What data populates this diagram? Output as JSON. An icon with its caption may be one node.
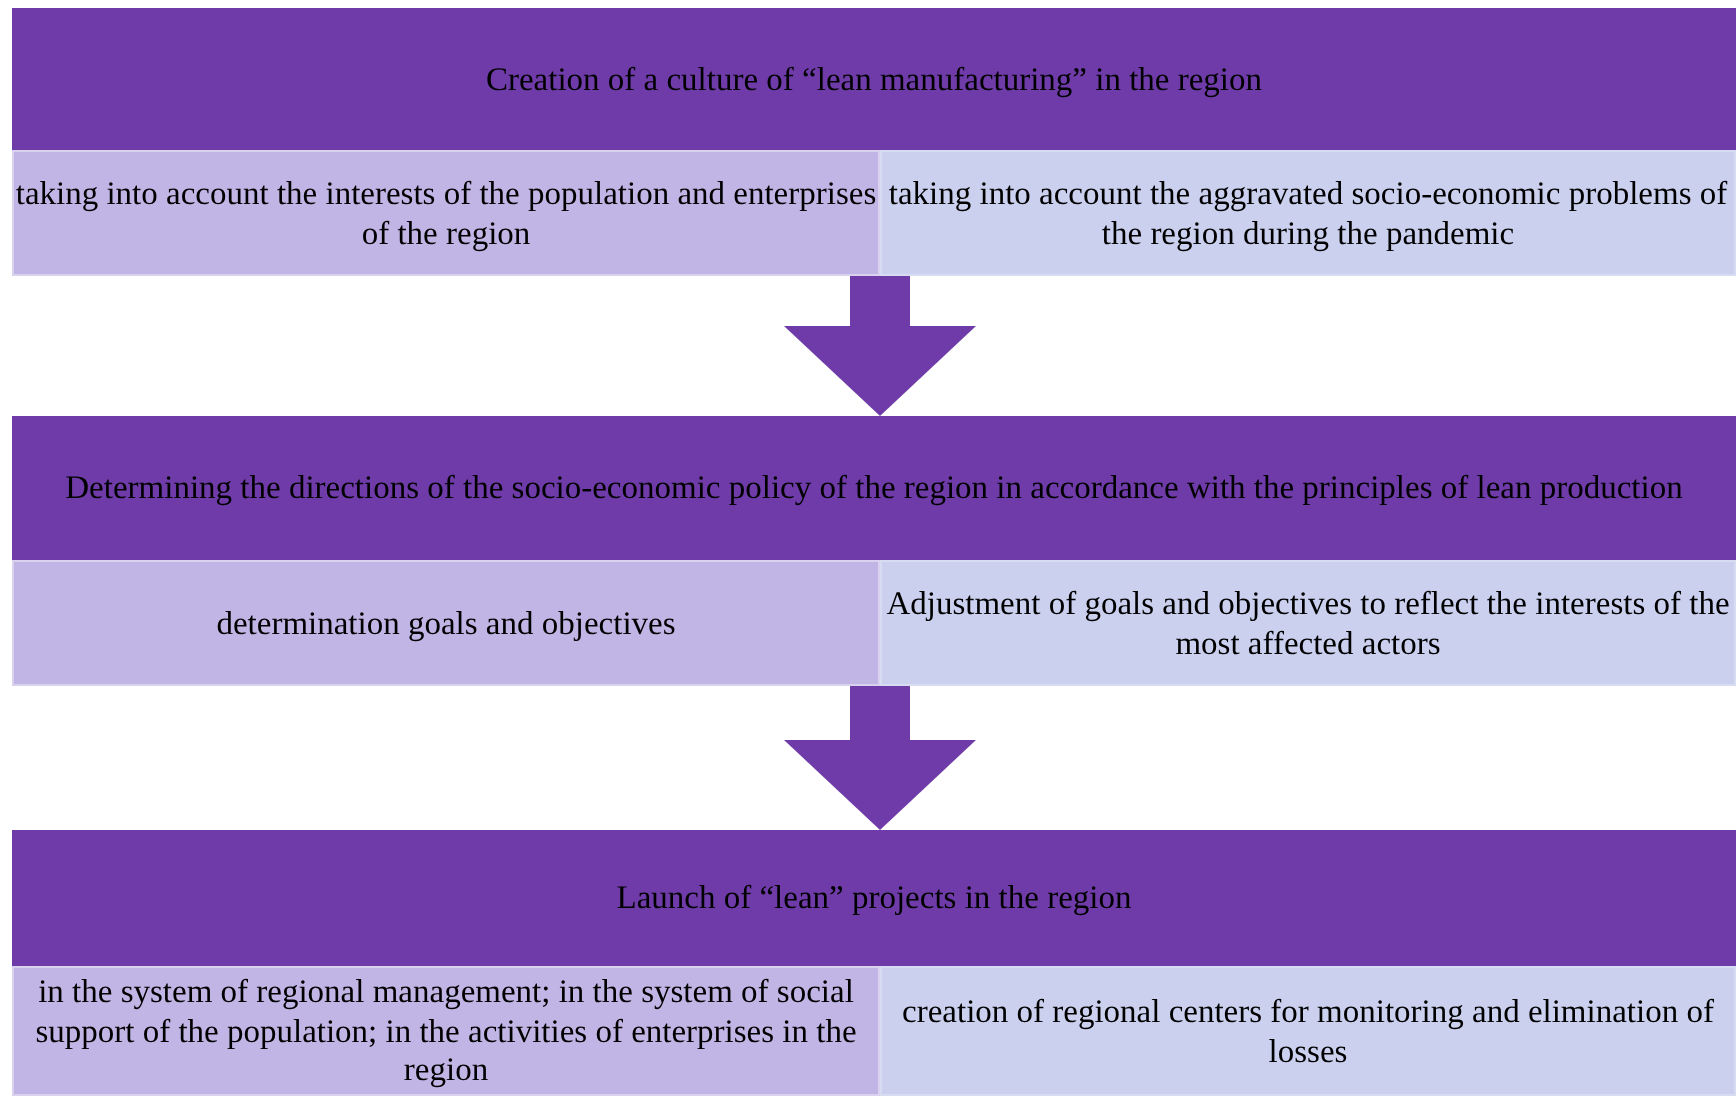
{
  "diagram": {
    "nodes": [
      {
        "text": [
          "Creation of a culture of “lean manufacturing” in the region"
        ]
      },
      {
        "text": [
          "taking into account the interests of the population and enterprises of the region"
        ],
        "in": 0
      },
      {
        "text": [
          "taking into account the aggravated socio-economic problems of the region during the pandemic"
        ],
        "in": 0
      },
      {
        "text": [
          "Determining the directions of the socio-economic policy of the region in accordance with the principles of lean production"
        ]
      },
      {
        "text": [
          "determination goals and objectives"
        ],
        "in": 3
      },
      {
        "text": [
          "Adjustment of goals and objectives to reflect the interests of the most affected actors"
        ],
        "in": 3
      },
      {
        "text": [
          "Launch of “lean” projects in the region"
        ]
      },
      {
        "text": [
          "in the system of regional management; in the system of social support of the population; in the activities of enterprises in the region"
        ],
        "in": 6
      },
      {
        "text": [
          "creation of regional centers for monitoring and elimination of losses"
        ],
        "in": 6
      }
    ],
    "edges": [
      {
        "from": 0,
        "to": 3,
        "arrow": "to"
      },
      {
        "from": 3,
        "to": 6,
        "arrow": "to"
      }
    ]
  }
}
